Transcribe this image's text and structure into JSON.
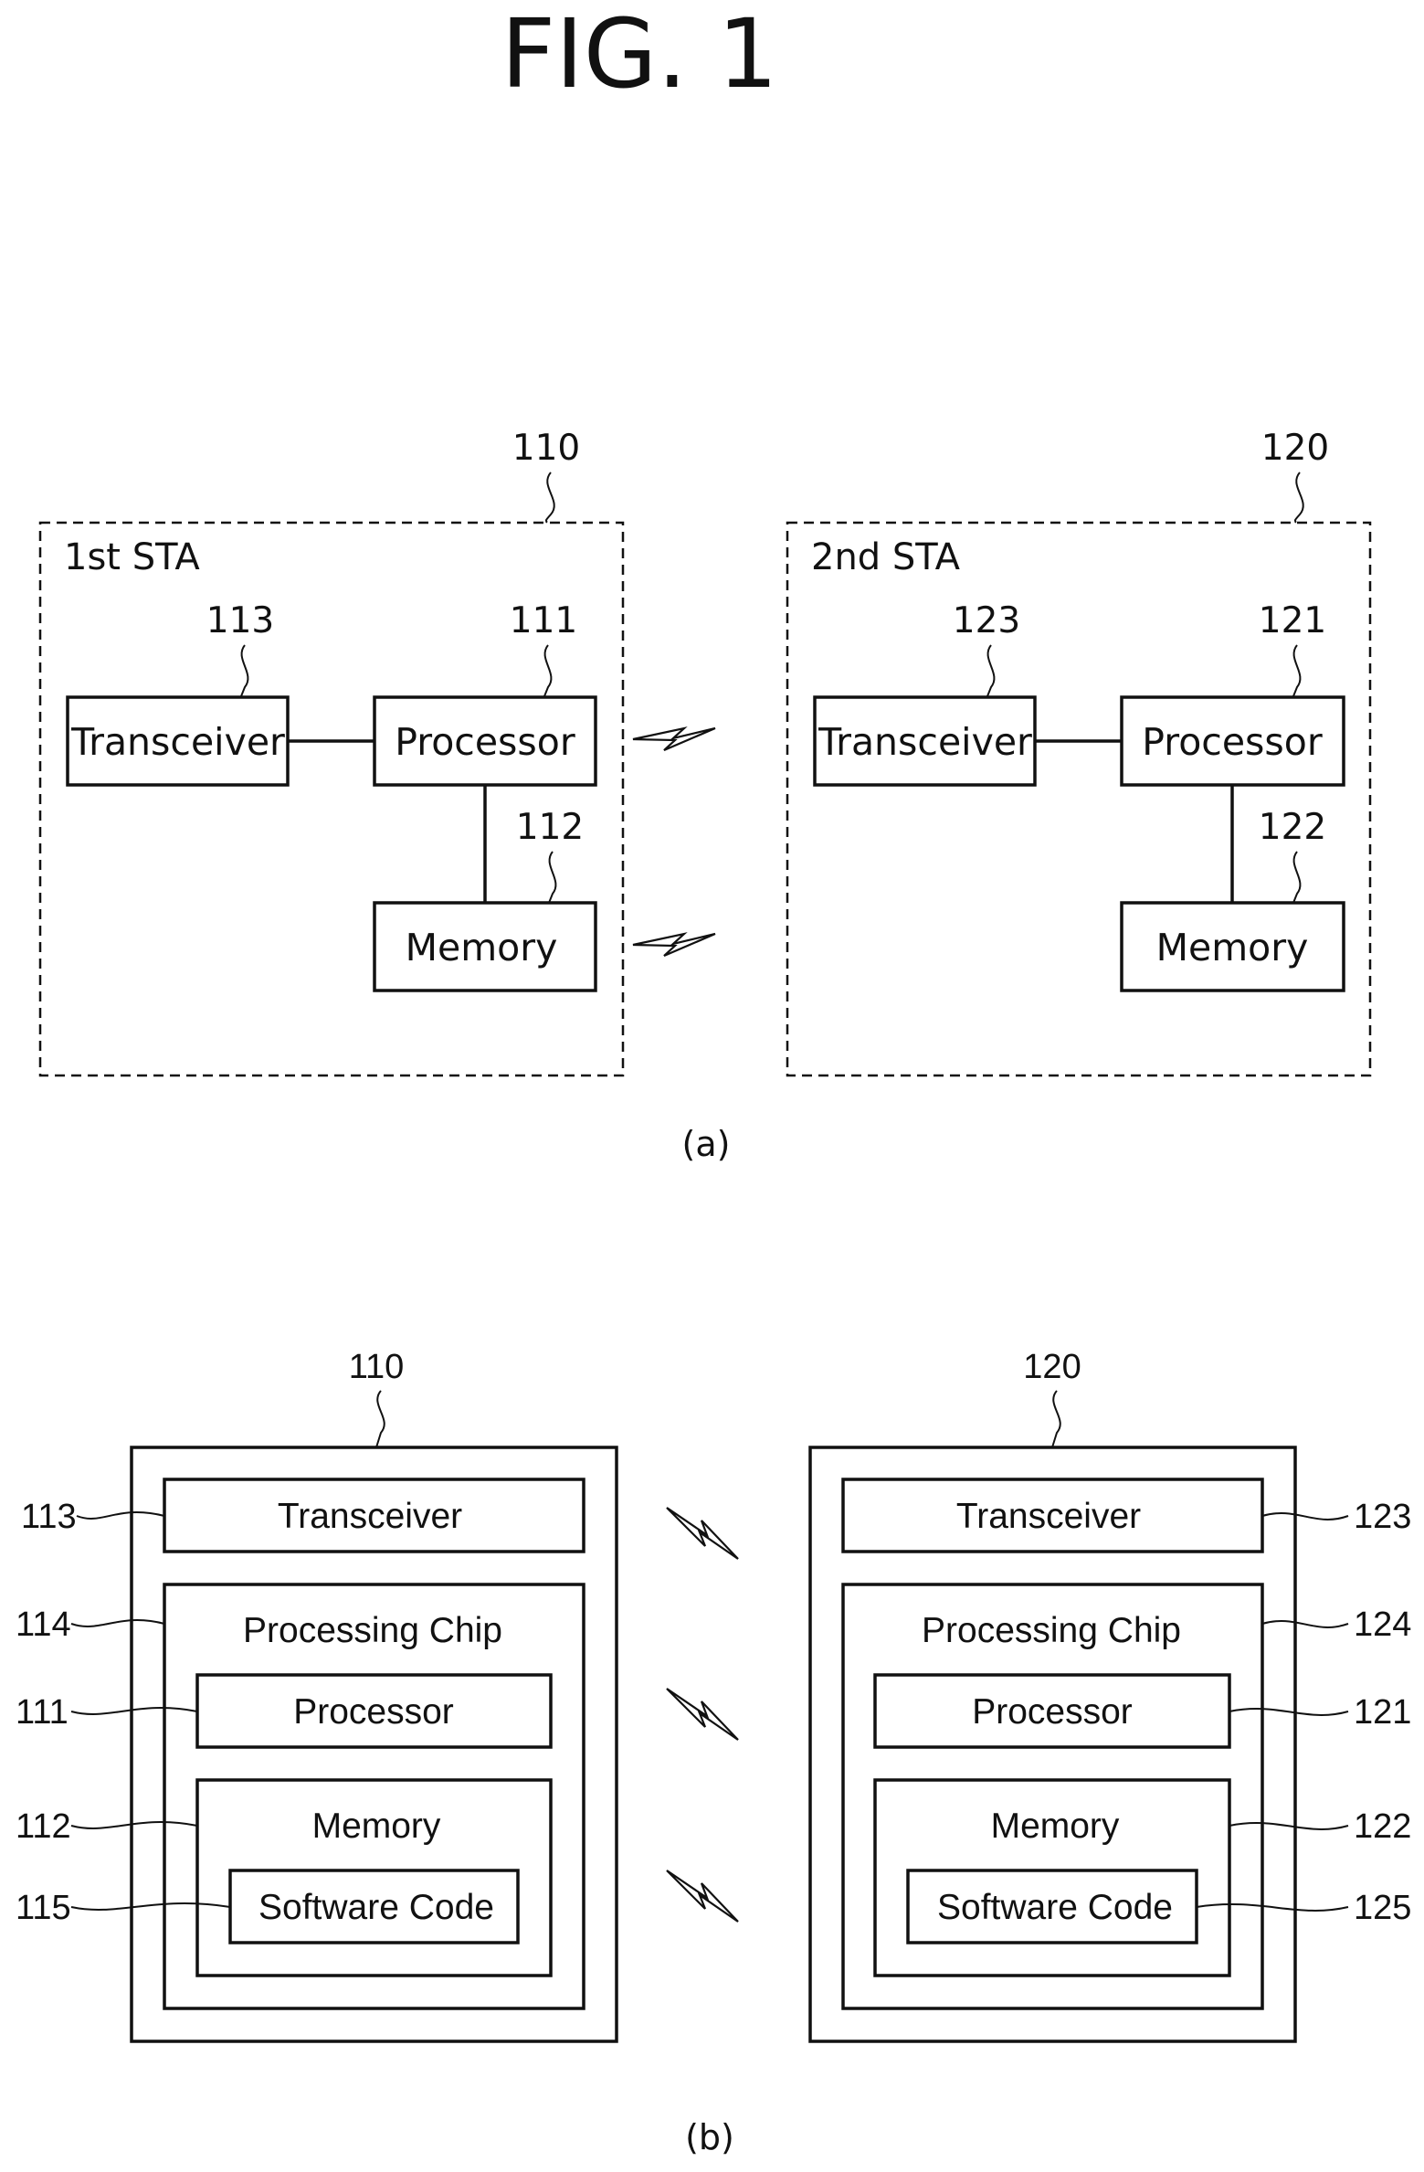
{
  "title": "FIG. 1",
  "panel_a": {
    "caption": "(a)",
    "sta1": {
      "ref": "110",
      "label": "1st STA",
      "transceiver": {
        "ref": "113",
        "label": "Transceiver"
      },
      "processor": {
        "ref": "111",
        "label": "Processor"
      },
      "memory": {
        "ref": "112",
        "label": "Memory"
      }
    },
    "sta2": {
      "ref": "120",
      "label": "2nd STA",
      "transceiver": {
        "ref": "123",
        "label": "Transceiver"
      },
      "processor": {
        "ref": "121",
        "label": "Processor"
      },
      "memory": {
        "ref": "122",
        "label": "Memory"
      }
    }
  },
  "panel_b": {
    "caption": "(b)",
    "dev1": {
      "ref": "110",
      "transceiver": {
        "ref": "113",
        "label": "Transceiver"
      },
      "chip": {
        "ref": "114",
        "label": "Processing Chip"
      },
      "processor": {
        "ref": "111",
        "label": "Processor"
      },
      "memory": {
        "ref": "112",
        "label": "Memory"
      },
      "software": {
        "ref": "115",
        "label": "Software Code"
      }
    },
    "dev2": {
      "ref": "120",
      "transceiver": {
        "ref": "123",
        "label": "Transceiver"
      },
      "chip": {
        "ref": "124",
        "label": "Processing Chip"
      },
      "processor": {
        "ref": "121",
        "label": "Processor"
      },
      "memory": {
        "ref": "122",
        "label": "Memory"
      },
      "software": {
        "ref": "125",
        "label": "Software Code"
      }
    }
  }
}
